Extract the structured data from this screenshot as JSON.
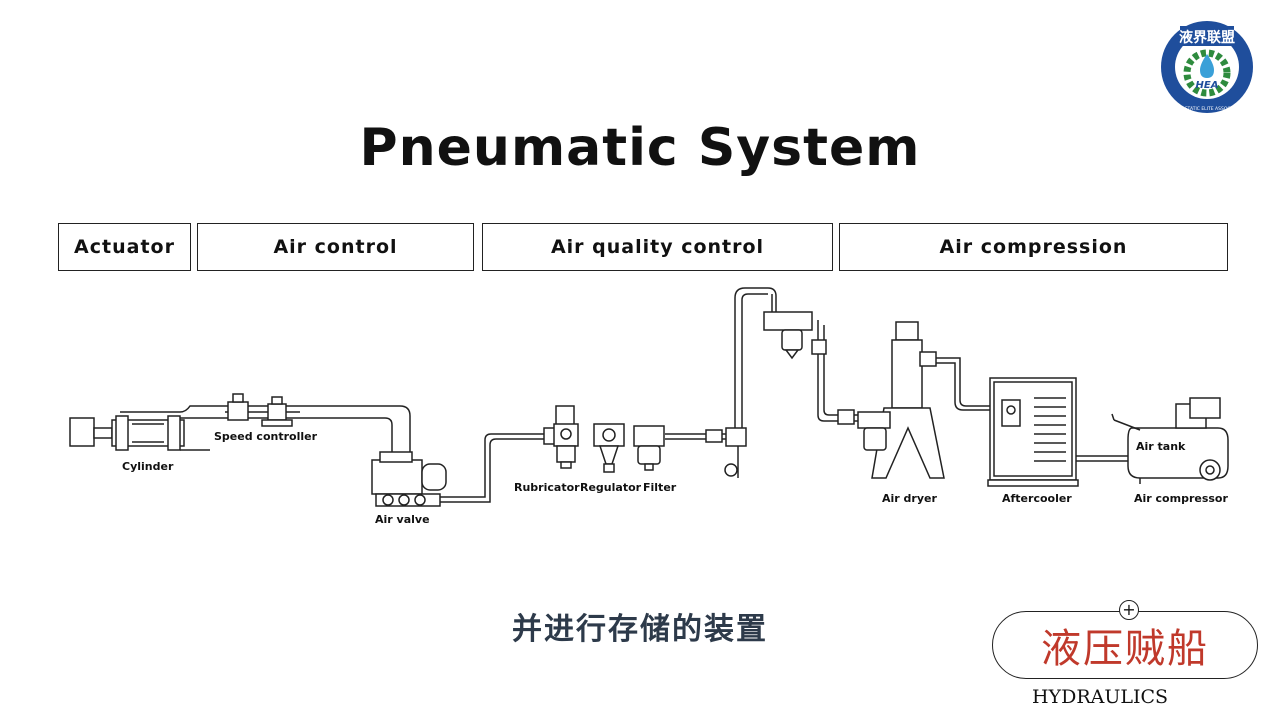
{
  "title": "Pneumatic System",
  "categories": {
    "actuator": "Actuator",
    "air_control": "Air control",
    "air_quality_control": "Air quality control",
    "air_compression": "Air compression"
  },
  "components": {
    "cylinder": "Cylinder",
    "speed_controller": "Speed controller",
    "air_valve": "Air valve",
    "rubricator": "Rubricator",
    "regulator": "Regulator",
    "filter": "Filter",
    "air_dryer": "Air dryer",
    "aftercooler": "Aftercooler",
    "air_tank": "Air tank",
    "air_compressor": "Air compressor"
  },
  "subtitle": "并进行存储的装置",
  "logo": {
    "cn_text": "液界联盟",
    "abbr": "HEA",
    "ring_text": "HYDROSTATIC ELITE ASSOCIATION",
    "ring_color": "#1f4e9c",
    "gear_color": "#2e8b3e"
  },
  "brand": {
    "cn": "液压贼船",
    "en": "HYDRAULICS",
    "plus": "+",
    "color": "#c0392b"
  }
}
